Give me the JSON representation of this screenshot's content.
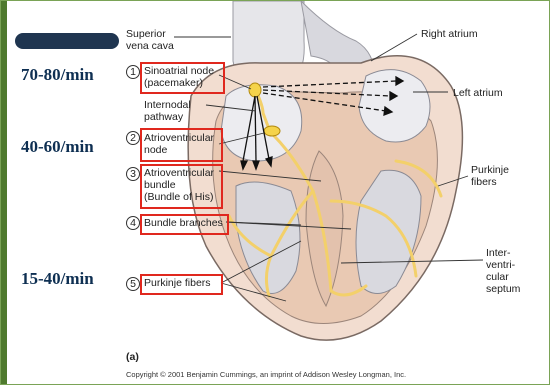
{
  "rates": {
    "sa": "70-80/min",
    "av": "40-60/min",
    "purkinje": "15-40/min"
  },
  "labels": {
    "superior_vena_cava": "Superior\nvena cava",
    "right_atrium": "Right atrium",
    "left_atrium": "Left atrium",
    "internodal_pathway": "Internodal\npathway",
    "purkinje_fibers_right": "Purkinje\nfibers",
    "interventricular_septum": "Inter-\nventri-\ncular\nseptum"
  },
  "steps": [
    {
      "num": "1",
      "text": "Sinoatrial node\n(pacemaker)"
    },
    {
      "num": "2",
      "text": "Atrioventricular\nnode"
    },
    {
      "num": "3",
      "text": "Atrioventricular\nbundle\n(Bundle of His)"
    },
    {
      "num": "4",
      "text": "Bundle branches"
    },
    {
      "num": "5",
      "text": "Purkinje fibers"
    }
  ],
  "caption": "(a)",
  "copyright": "Copyright © 2001 Benjamin Cummings, an imprint of Addison Wesley Longman, Inc.",
  "colors": {
    "highlight_box": "#e0281e",
    "rate_text": "#0e2f52",
    "frame": "#7aa356",
    "conduction": "#f3d06a"
  }
}
